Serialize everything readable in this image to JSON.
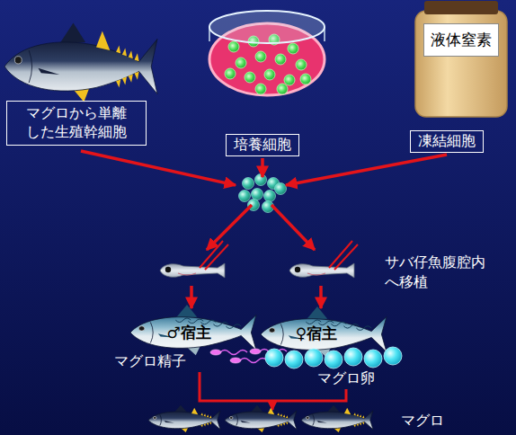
{
  "diagram": {
    "nodes": [
      {
        "text": [
          "マグロから単離 した生殖幹細胞"
        ]
      },
      {
        "text": [
          "培養細胞"
        ]
      },
      {
        "text": [
          "液体窒素"
        ]
      },
      {
        "text": [
          "凍結細胞"
        ]
      },
      {
        "text": [
          "♂宿主"
        ]
      },
      {
        "text": [
          "♀宿主"
        ]
      }
    ],
    "labels": [
      "サバ仔魚腹腔内 へ移植",
      "マグロ精子",
      "マグロ卵",
      "マグロ"
    ]
  }
}
